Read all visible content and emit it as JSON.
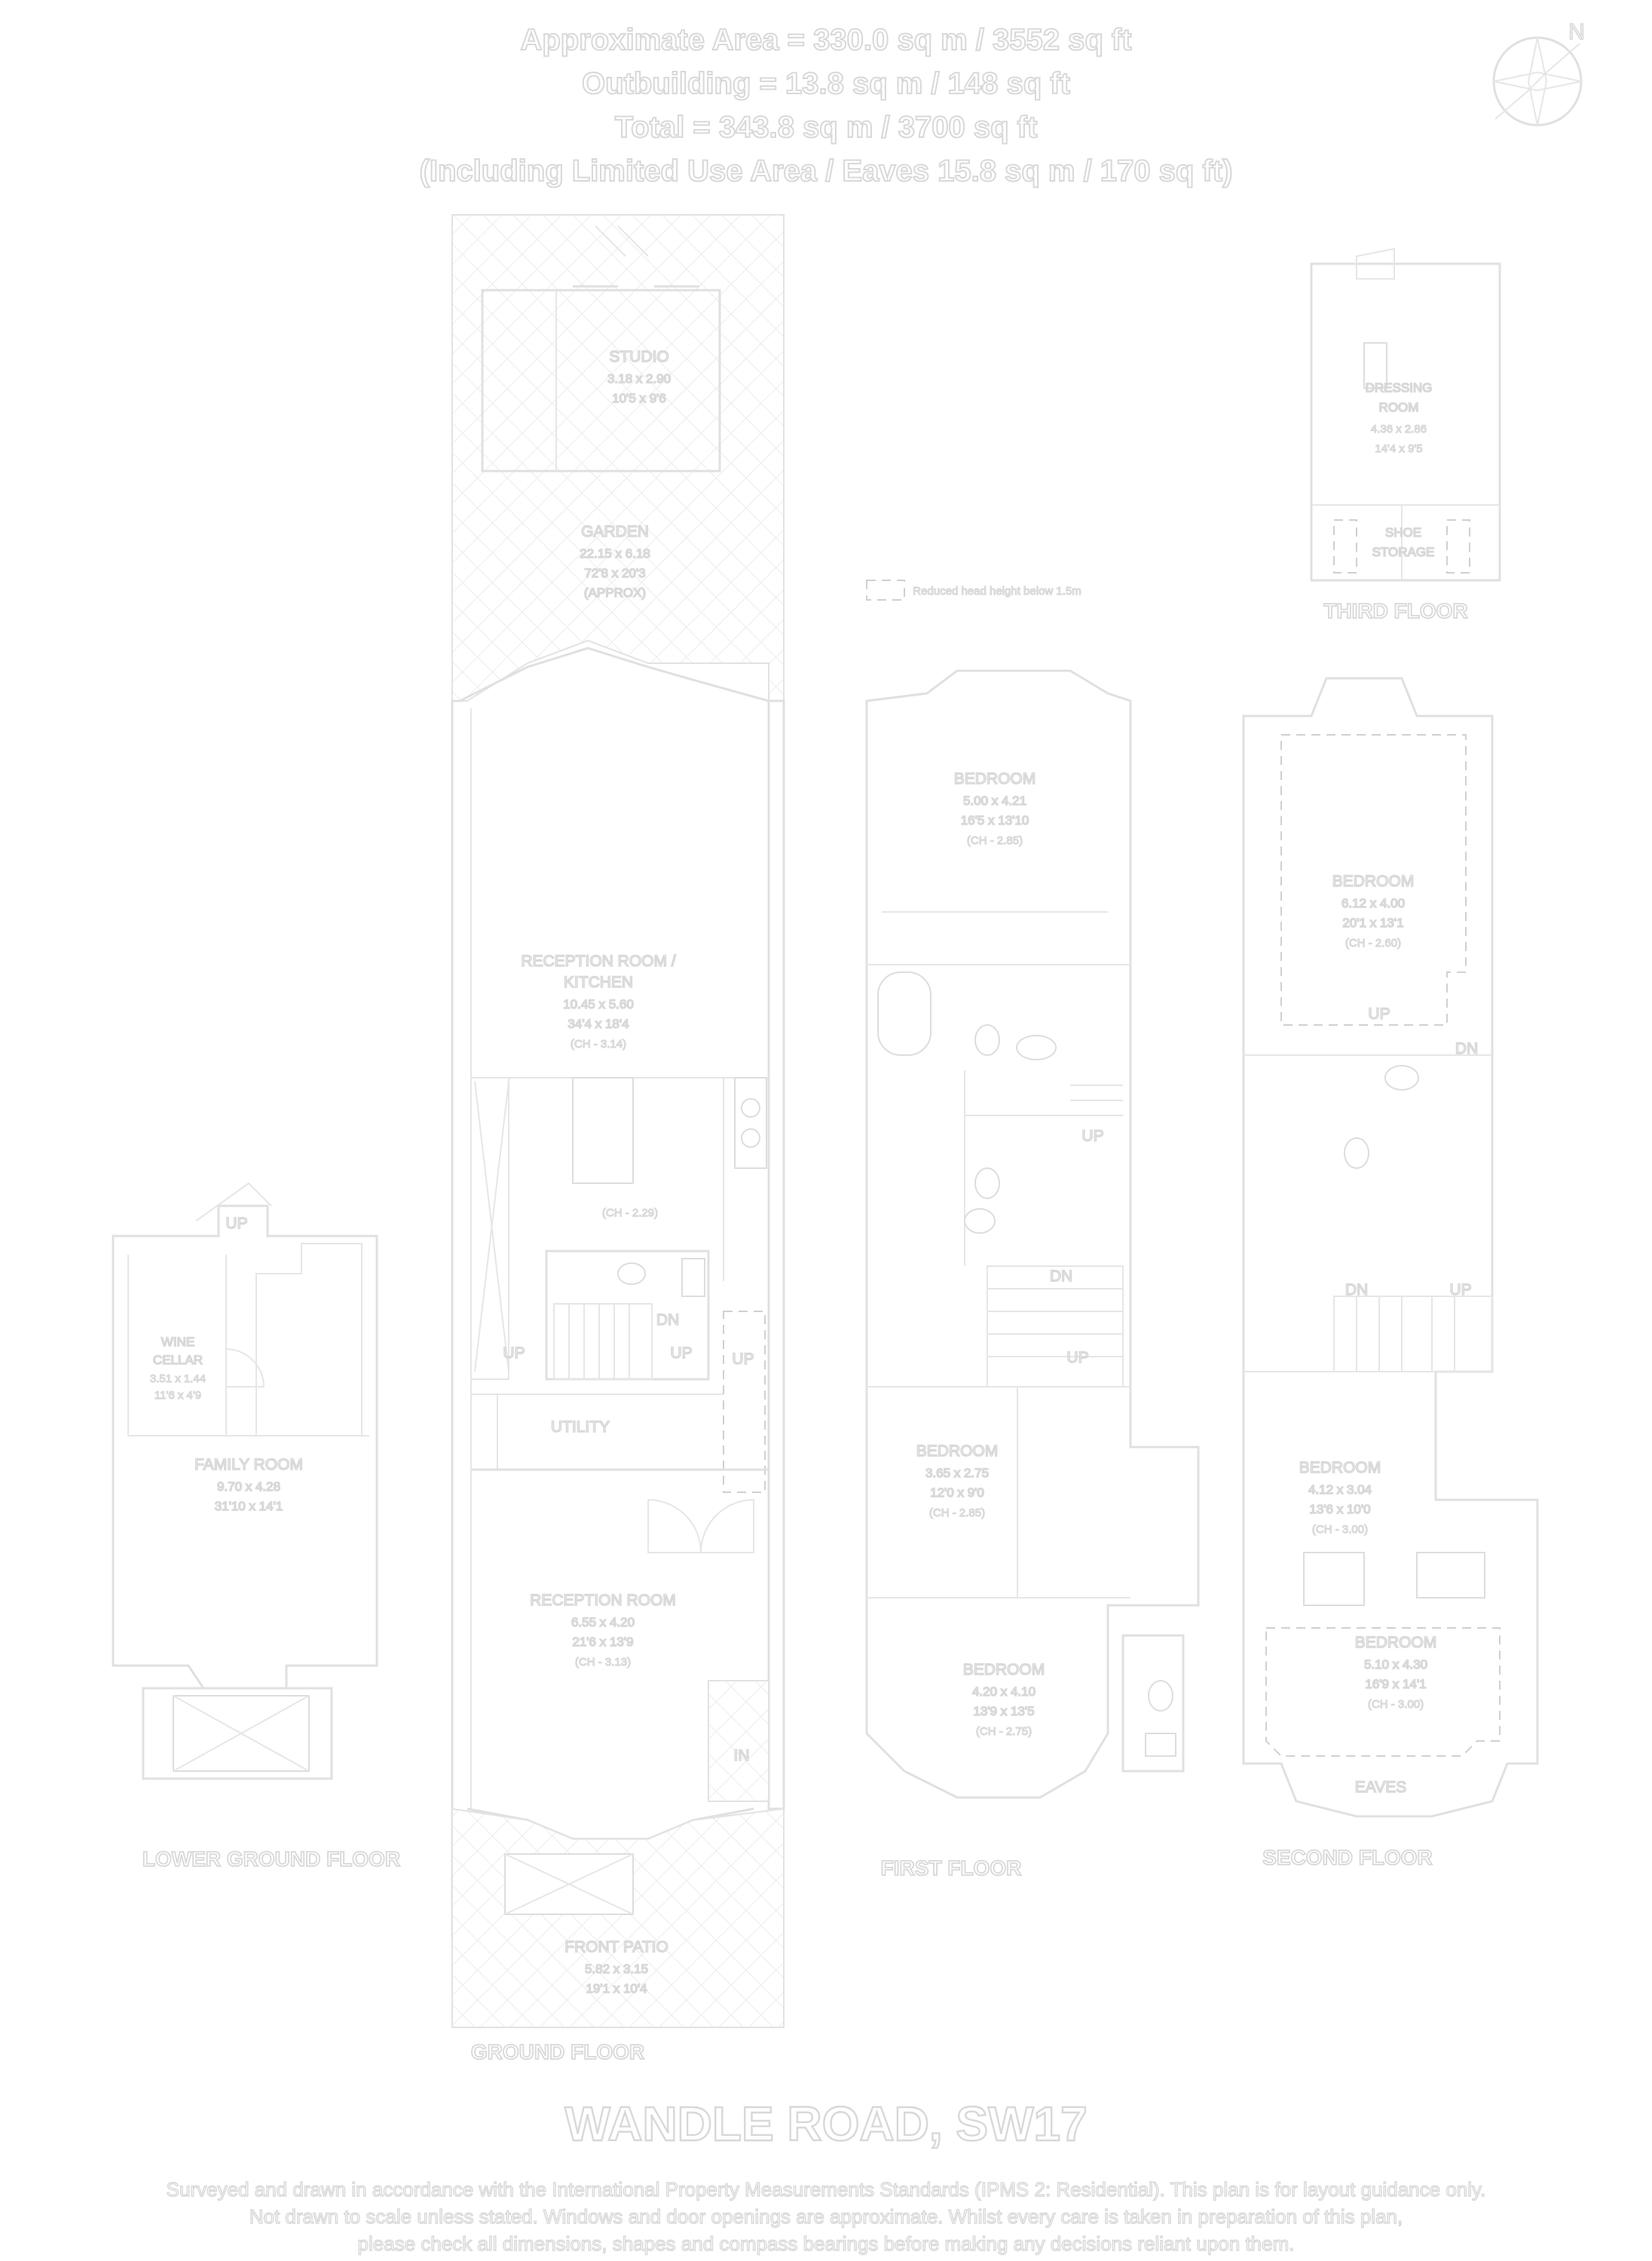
{
  "header": {
    "line1": "Approximate Area = 330.0 sq m / 3552 sq ft",
    "line2": "Outbuilding = 13.8 sq m / 148 sq ft",
    "line3": "Total = 343.8 sq m / 3700 sq ft",
    "line4": "(Including Limited Use Area / Eaves 15.8 sq m / 170 sq ft)"
  },
  "compass": {
    "label": "N"
  },
  "legend": {
    "label": "Reduced head height below 1.5m"
  },
  "floors": {
    "ground": "GROUND FLOOR",
    "lower_ground": "LOWER GROUND FLOOR",
    "first": "FIRST FLOOR",
    "second": "SECOND FLOOR",
    "third": "THIRD FLOOR"
  },
  "rooms": {
    "studio": {
      "name": "STUDIO",
      "metric": "3.18 x 2.90",
      "imperial": "10'5 x 9'6"
    },
    "garden": {
      "name": "GARDEN",
      "metric": "22.15 x 6.18",
      "imperial": "72'8 x 20'3",
      "note": "(APPROX)"
    },
    "reception_kitchen": {
      "name1": "RECEPTION ROOM /",
      "name2": "KITCHEN",
      "metric": "10.45 x 5.60",
      "imperial": "34'4 x 18'4",
      "ch": "(CH - 3.14)"
    },
    "kitchen_ch": "(CH - 2.29)",
    "utility": "UTILITY",
    "reception": {
      "name": "RECEPTION ROOM",
      "metric": "6.55 x 4.20",
      "imperial": "21'6 x 13'9",
      "ch": "(CH - 3.13)"
    },
    "front_patio": {
      "name": "FRONT PATIO",
      "metric": "5.82 x 3.15",
      "imperial": "19'1 x 10'4"
    },
    "wine_cellar": {
      "name1": "WINE",
      "name2": "CELLAR",
      "metric": "3.51 x 1.44",
      "imperial": "11'6 x 4'9"
    },
    "family_room": {
      "name": "FAMILY ROOM",
      "metric": "9.70 x 4.28",
      "imperial": "31'10 x 14'1"
    },
    "first_bed1": {
      "name": "BEDROOM",
      "metric": "5.00 x 4.21",
      "imperial": "16'5 x 13'10",
      "ch": "(CH - 2.85)"
    },
    "first_bed2": {
      "name": "BEDROOM",
      "metric": "3.65 x 2.75",
      "imperial": "12'0 x 9'0",
      "ch": "(CH - 2.85)"
    },
    "first_bed3": {
      "name": "BEDROOM",
      "metric": "4.20 x 4.10",
      "imperial": "13'9 x 13'5",
      "ch": "(CH - 2.75)"
    },
    "second_bed1": {
      "name": "BEDROOM",
      "metric": "6.12 x 4.00",
      "imperial": "20'1 x 13'1",
      "ch": "(CH - 2.60)"
    },
    "second_bed2": {
      "name": "BEDROOM",
      "metric": "4.12 x 3.04",
      "imperial": "13'6 x 10'0",
      "ch": "(CH - 3.00)"
    },
    "second_bed3": {
      "name": "BEDROOM",
      "metric": "5.10 x 4.30",
      "imperial": "16'9 x 14'1",
      "ch": "(CH - 3.00)"
    },
    "eaves": "EAVES",
    "dressing": {
      "name1": "DRESSING",
      "name2": "ROOM",
      "metric": "4.36 x 2.86",
      "imperial": "14'4 x 9'5"
    },
    "shoe_storage": {
      "name1": "SHOE",
      "name2": "STORAGE"
    }
  },
  "stairs": {
    "up": "UP",
    "dn": "DN",
    "in": "IN"
  },
  "title": "WANDLE ROAD, SW17",
  "footer": {
    "line1": "Surveyed and drawn in accordance with the International Property Measurements Standards (IPMS 2: Residential). This plan is for layout guidance only.",
    "line2": "Not drawn to scale unless stated. Windows and door openings are approximate. Whilst every care is taken in preparation of this plan,",
    "line3": "please check all dimensions, shapes and compass bearings before making any decisions reliant upon them."
  }
}
